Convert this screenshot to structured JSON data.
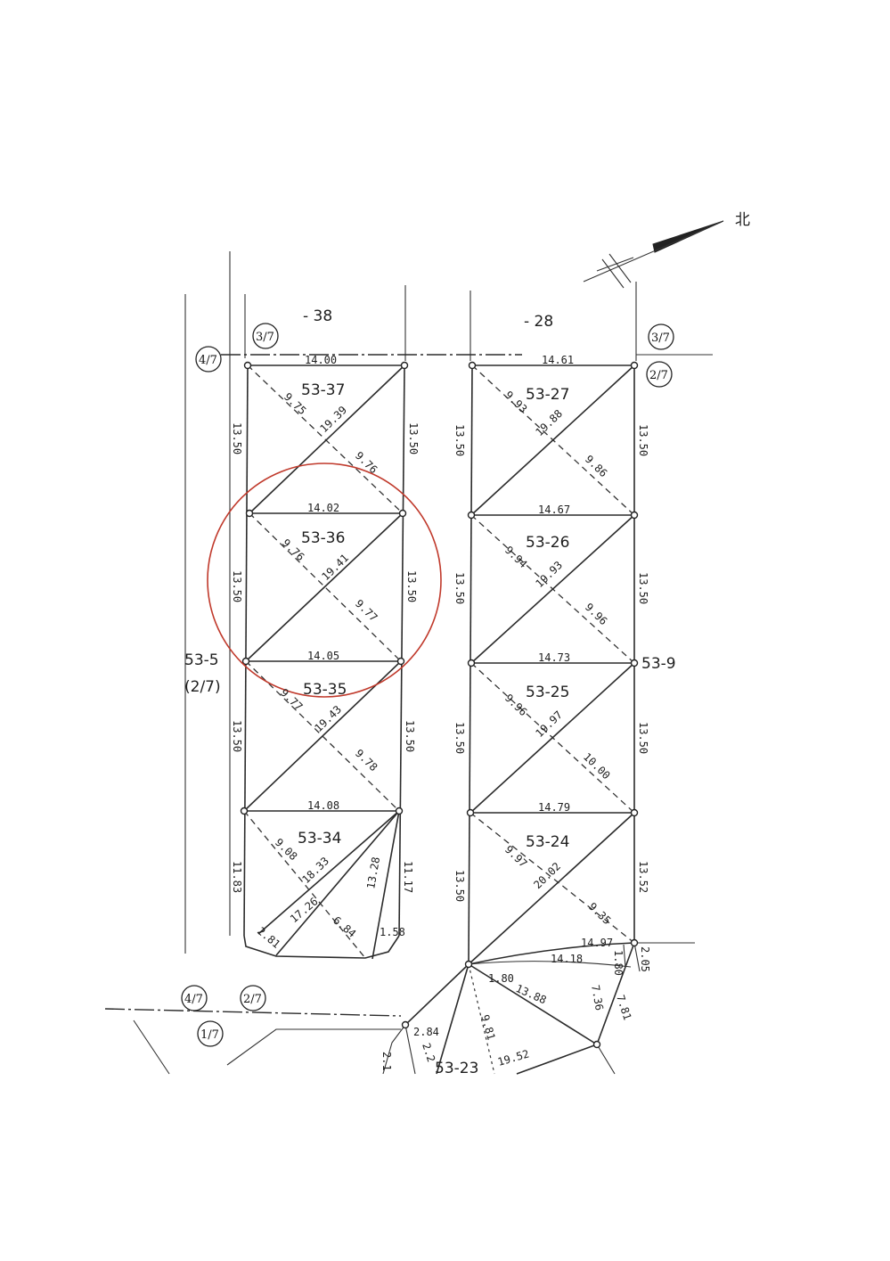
{
  "north": {
    "label": "北"
  },
  "neighbors": {
    "top_left": "- 38",
    "top_right": "- 28",
    "right": "53-9",
    "left": "53-5",
    "left_share": "(2/7)"
  },
  "share_marks": {
    "tl_a": "4/7",
    "tl_b": "3/7",
    "tr_a": "3/7",
    "tr_b": "2/7",
    "bl_a": "4/7",
    "bl_b": "2/7",
    "bl_c": "1/7"
  },
  "left_column": {
    "top_width": "14.00",
    "lots": [
      {
        "name": "53-37",
        "left": "13.50",
        "right": "13.50",
        "diag_a": "9.75",
        "diag_b": "19.39",
        "diag_c": "9.76",
        "bottom_width": "14.02"
      },
      {
        "name": "53-36",
        "left": "13.50",
        "right": "13.50",
        "diag_a": "9.76",
        "diag_b": "19.41",
        "diag_c": "9.77",
        "bottom_width": "14.05"
      },
      {
        "name": "53-35",
        "left": "13.50",
        "right": "13.50",
        "diag_a": "9.77",
        "diag_b": "19.43",
        "diag_c": "9.78",
        "bottom_width": "14.08"
      },
      {
        "name": "53-34",
        "left": "11.83",
        "right": "11.17",
        "diag_a": "9.08",
        "diag_b": "18.33",
        "diag_c": "17.26",
        "extra_a": "6.84",
        "extra_b": "13.28",
        "extra_c": "2.81",
        "extra_d": "1.58"
      }
    ]
  },
  "right_column": {
    "top_width": "14.61",
    "lots": [
      {
        "name": "53-27",
        "left": "13.50",
        "right": "13.50",
        "diag_a": "9.93",
        "diag_b": "19.88",
        "diag_c": "9.86",
        "bottom_width": "14.67"
      },
      {
        "name": "53-26",
        "left": "13.50",
        "right": "13.50",
        "diag_a": "9.94",
        "diag_b": "19.93",
        "diag_c": "9.96",
        "bottom_width": "14.73"
      },
      {
        "name": "53-25",
        "left": "13.50",
        "right": "13.50",
        "diag_a": "9.96",
        "diag_b": "19.97",
        "diag_c": "10.00",
        "bottom_width": "14.79"
      },
      {
        "name": "53-24",
        "left": "13.50",
        "right": "13.52",
        "diag_a": "9.97",
        "diag_b": "20.02",
        "diag_c": "9.35"
      }
    ]
  },
  "bottom_area": {
    "d1": "14.97",
    "d2": "14.18",
    "d3": "1.80",
    "d4": "2.05",
    "d5": "13.88",
    "d6": "7.36",
    "d7": "7.81",
    "d8": "9.81",
    "d9": "19.52",
    "d10": "2.84",
    "d11": "2.1",
    "d12": "2.2",
    "lot": "53-23",
    "d13": "1.80"
  }
}
